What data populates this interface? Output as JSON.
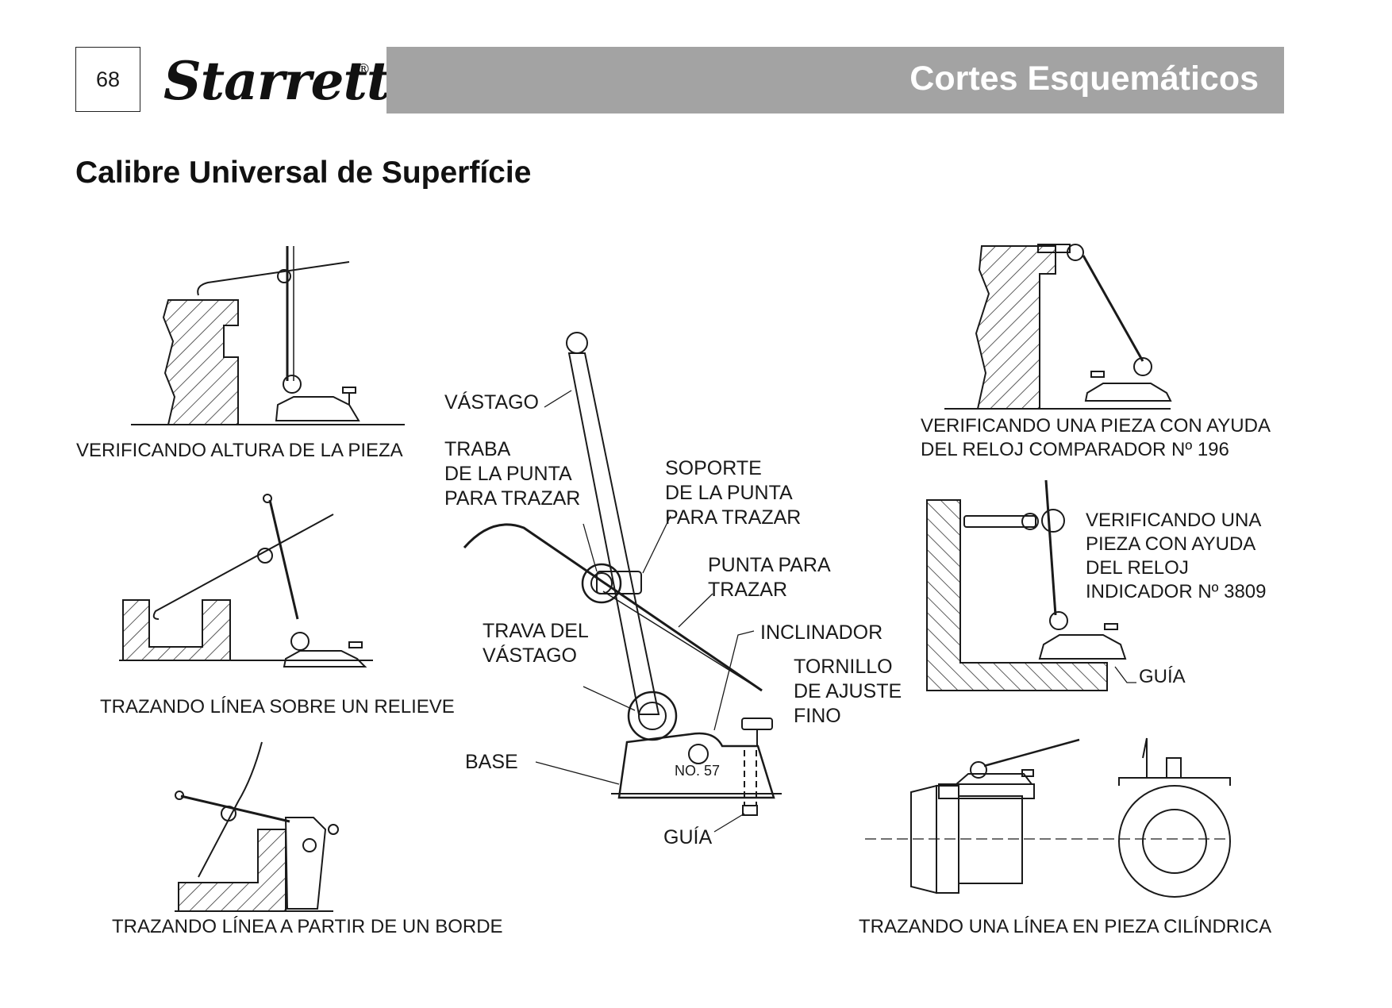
{
  "header": {
    "page_number": "68",
    "brand": "Starrett",
    "brand_mark": "®",
    "section_title": "Cortes Esquemáticos"
  },
  "page_title": "Calibre Universal de Superfície",
  "captions": {
    "fig1": "VERIFICANDO ALTURA DE LA PIEZA",
    "fig2": "TRAZANDO LÍNEA SOBRE UN RELIEVE",
    "fig3": "TRAZANDO LÍNEA A PARTIR DE UN BORDE",
    "fig4": "VERIFICANDO UNA PIEZA CON AYUDA\nDEL RELOJ COMPARADOR Nº 196",
    "fig5": "VERIFICANDO UNA\nPIEZA CON AYUDA\nDEL RELOJ\nINDICADOR Nº 3809",
    "fig5_guide": "GUÍA",
    "fig6": "TRAZANDO UNA LÍNEA EN PIEZA CILÍNDRICA"
  },
  "main_labels": {
    "vastago": "VÁSTAGO",
    "traba": "TRABA\nDE LA PUNTA\nPARA TRAZAR",
    "soporte": "SOPORTE\nDE LA PUNTA\nPARA TRAZAR",
    "punta": "PUNTA PARA\nTRAZAR",
    "trava": "TRAVA DEL\nVÁSTAGO",
    "inclinador": "INCLINADOR",
    "tornillo": "TORNILLO\nDE AJUSTE\nFINO",
    "base": "BASE",
    "guia": "GUÍA",
    "model_plate": "NO. 57"
  }
}
